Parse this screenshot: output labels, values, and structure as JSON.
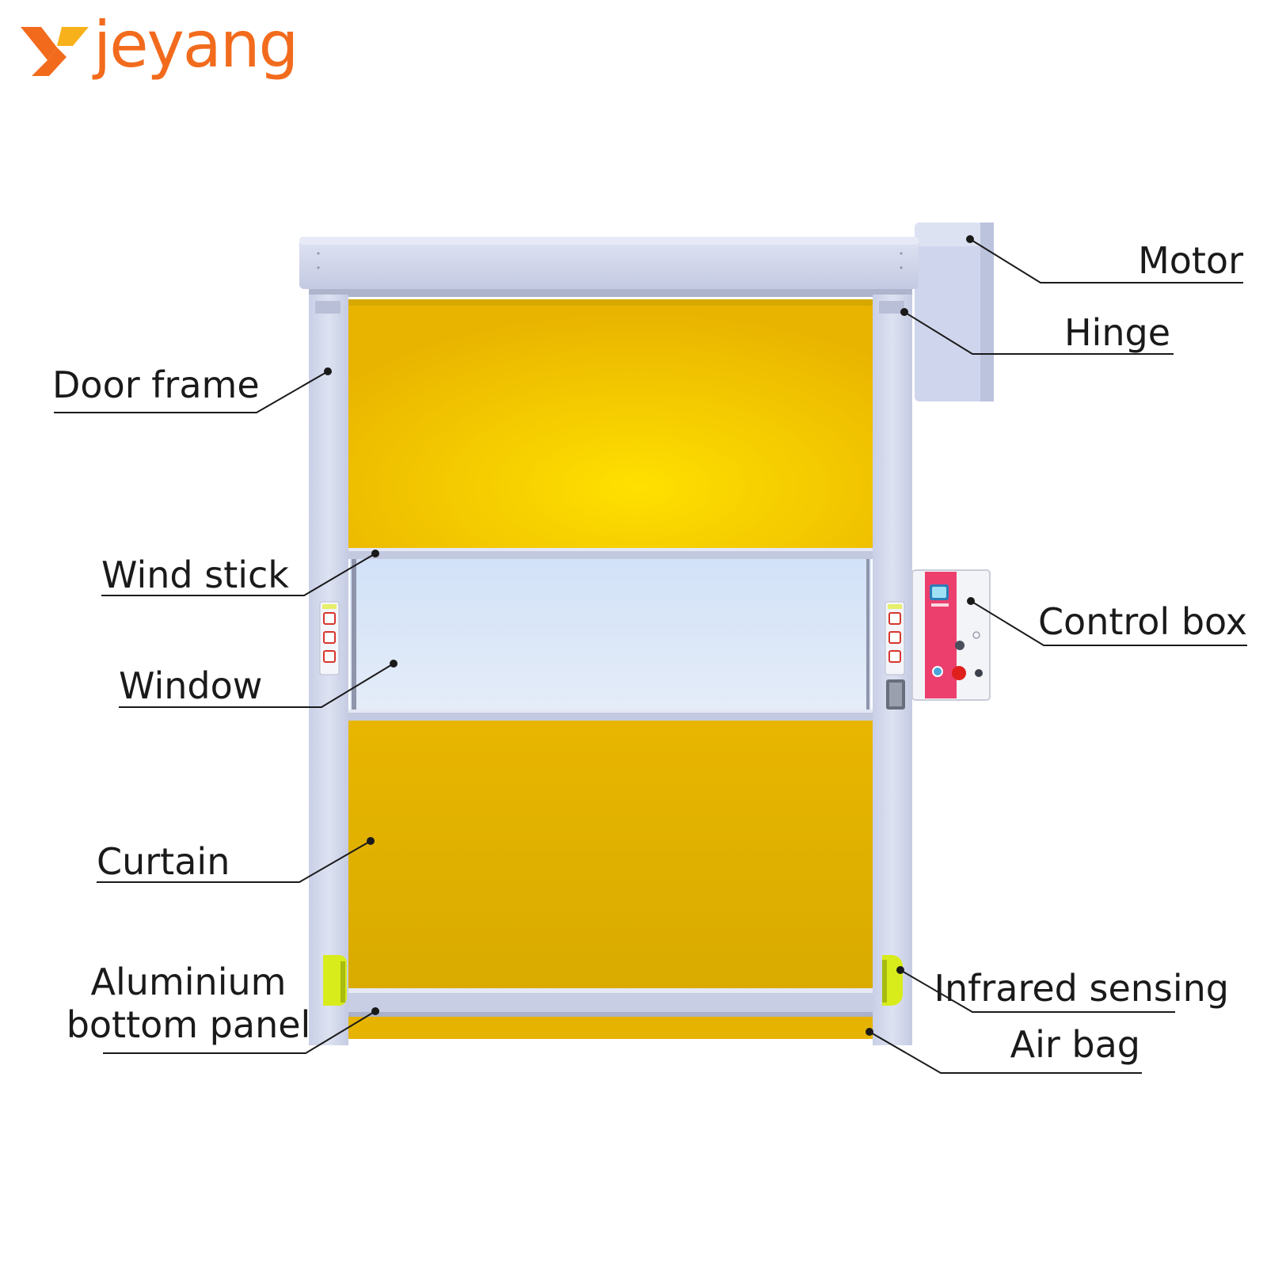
{
  "brand": {
    "name": "jeyang",
    "logo_icon": "y-chevron-logo-icon",
    "color": "#f26b1d",
    "accent_color": "#f7b21b"
  },
  "colors": {
    "curtain": "#f1c600",
    "window": "#d9e6f7",
    "frame": "#d3d9ee",
    "control_panel": "#ec3f6e",
    "sensor": "#d8ec1c"
  },
  "labels": {
    "motor": "Motor",
    "hinge": "Hinge",
    "door_frame": "Door frame",
    "wind_stick": "Wind stick",
    "control_box": "Control box",
    "window": "Window",
    "curtain": "Curtain",
    "aluminium_bottom_panel_line1": "Aluminium",
    "aluminium_bottom_panel_line2": "bottom panel",
    "infrared_sensing": "Infrared sensing",
    "air_bag": "Air bag"
  }
}
